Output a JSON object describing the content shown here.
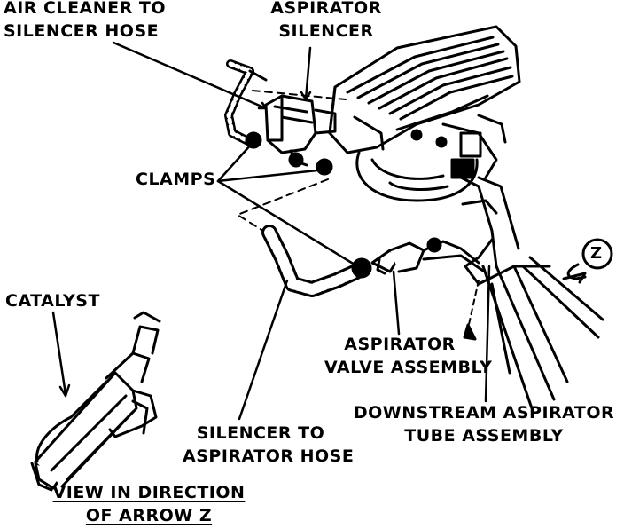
{
  "labels": {
    "air_cleaner_hose": [
      "AIR CLEANER TO",
      "SILENCER HOSE"
    ],
    "aspirator_silencer": [
      "ASPIRATOR",
      "SILENCER"
    ],
    "clamps": "CLAMPS",
    "catalyst": "CATALYST",
    "aspirator_valve": [
      "ASPIRATOR",
      "VALVE ASSEMBLY"
    ],
    "downstream_tube": [
      "DOWNSTREAM ASPIRATOR",
      "TUBE ASSEMBLY"
    ],
    "silencer_hose": [
      "SILENCER TO",
      "ASPIRATOR HOSE"
    ],
    "view_caption": [
      "VIEW IN DIRECTION",
      "OF ARROW Z"
    ],
    "arrow_z": "Z"
  },
  "colors": {
    "ink": "#000000",
    "paper": "#ffffff"
  }
}
